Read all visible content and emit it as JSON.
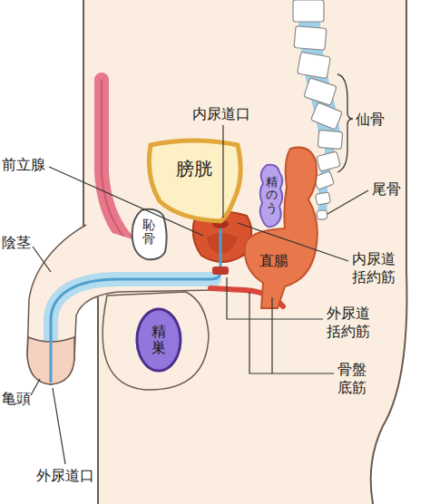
{
  "diagram": {
    "nodes": [
      {
        "text": [
          "膀胱"
        ]
      },
      {
        "text": [
          "精のう"
        ]
      },
      {
        "text": [
          "恥骨"
        ]
      },
      {
        "text": [
          "直腸"
        ]
      },
      {
        "text": [
          "精巣"
        ]
      }
    ],
    "labels": [
      "内尿道口",
      "仙骨",
      "前立腺",
      "尾骨",
      "陰茎",
      "内尿道 括約筋",
      "外尿道 括約筋",
      "骨盤 底筋",
      "亀頭",
      "外尿道口"
    ]
  }
}
